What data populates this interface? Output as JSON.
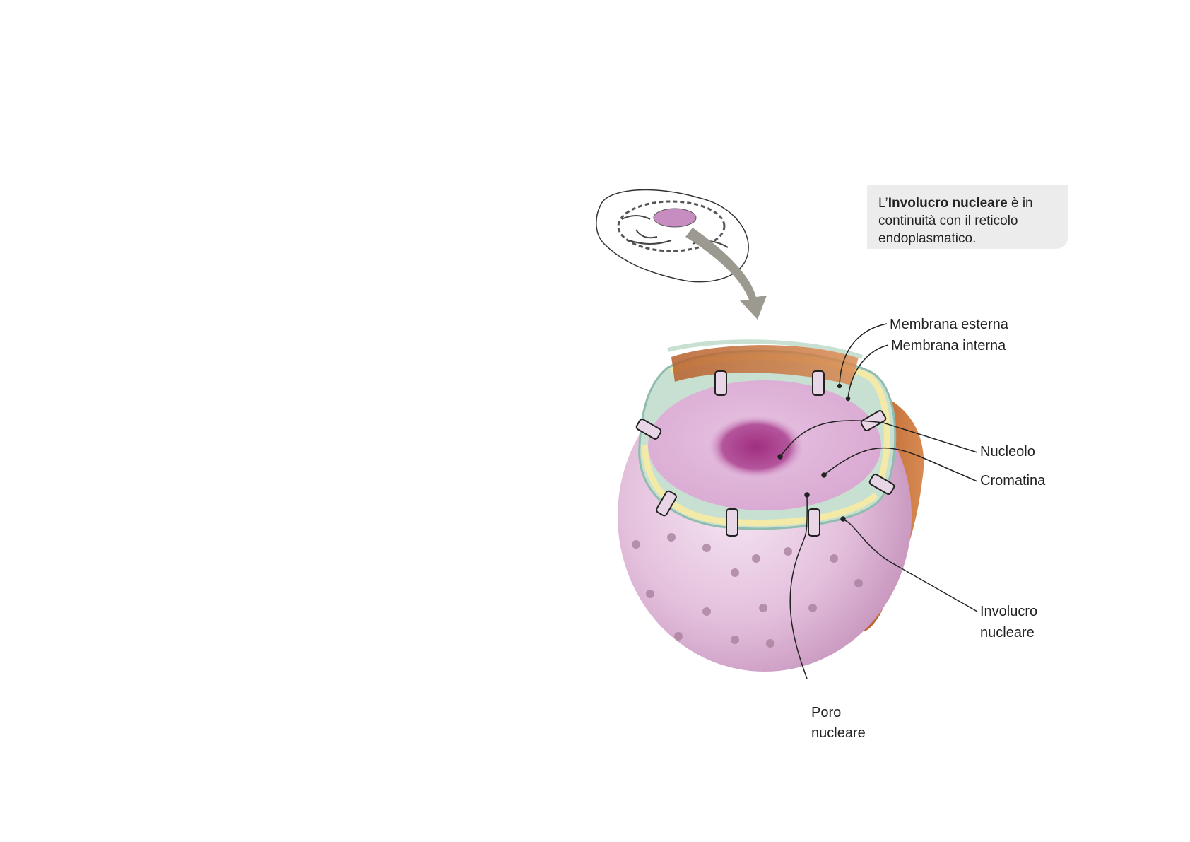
{
  "callout": {
    "prefix": "L’",
    "bold": "Involucro nucleare",
    "rest": " è in continuità con il reticolo endoplasmatico."
  },
  "labels": {
    "membrana_esterna": "Membrana esterna",
    "membrana_interna": "Membrana interna",
    "nucleolo": "Nucleolo",
    "cromatina": "Cromatina",
    "involucro_1": "Involucro",
    "involucro_2": "nucleare",
    "poro_1": "Poro",
    "poro_2": "nucleare"
  },
  "colors": {
    "nucleus": "#e6bfe0",
    "nucleolus": "#a0307f",
    "er": "#c9773e",
    "membrane": "#f3eaa8",
    "arrow": "#9c9a90"
  }
}
